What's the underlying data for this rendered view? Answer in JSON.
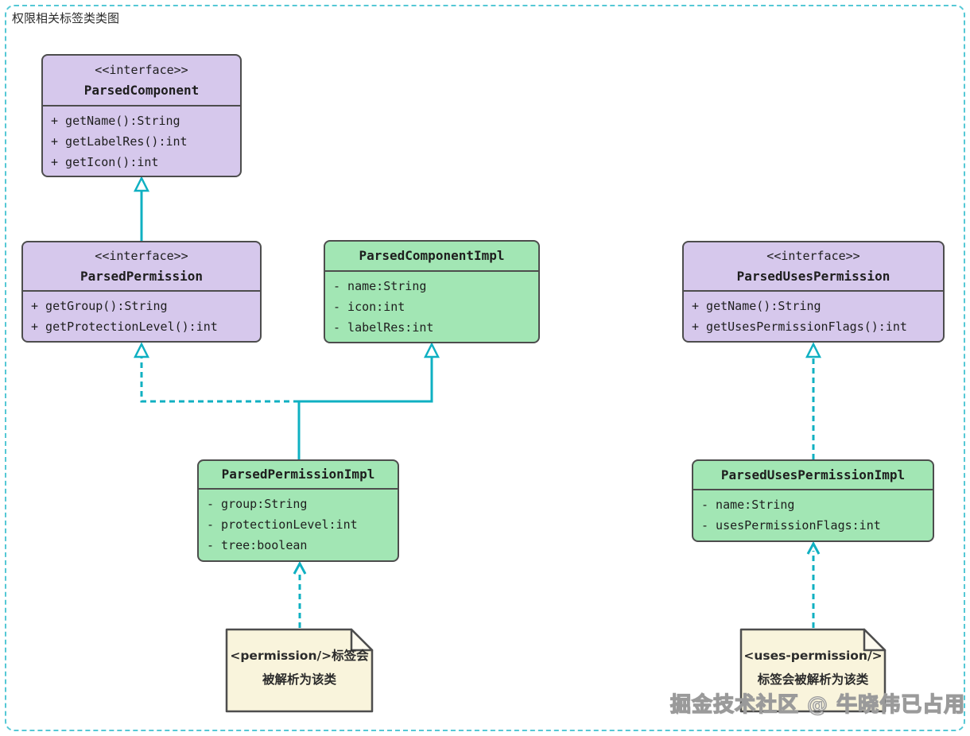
{
  "diagram_title": "权限相关标签类类图",
  "watermark": "掘金技术社区 @ 牛晓伟已占用",
  "colors": {
    "interface_fill": "#d6c8ec",
    "impl_fill": "#a2e6b4",
    "note_fill": "#f9f4dc",
    "box_border": "#4d4d4d",
    "connector": "#0fb0c2",
    "page_border": "#55c8d5"
  },
  "classes": [
    {
      "id": "ParsedComponent",
      "stereotype": "<<interface>>",
      "name": "ParsedComponent",
      "members": [
        "+ getName():String",
        "+ getLabelRes():int",
        "+ getIcon():int"
      ]
    },
    {
      "id": "ParsedPermission",
      "stereotype": "<<interface>>",
      "name": "ParsedPermission",
      "members": [
        "+ getGroup():String",
        "+ getProtectionLevel():int"
      ]
    },
    {
      "id": "ParsedComponentImpl",
      "stereotype": "",
      "name": "ParsedComponentImpl",
      "members": [
        "- name:String",
        "- icon:int",
        "- labelRes:int"
      ]
    },
    {
      "id": "ParsedUsesPermission",
      "stereotype": "<<interface>>",
      "name": "ParsedUsesPermission",
      "members": [
        "+ getName():String",
        "+ getUsesPermissionFlags():int"
      ]
    },
    {
      "id": "ParsedPermissionImpl",
      "stereotype": "",
      "name": "ParsedPermissionImpl",
      "members": [
        "- group:String",
        "- protectionLevel:int",
        "- tree:boolean"
      ]
    },
    {
      "id": "ParsedUsesPermissionImpl",
      "stereotype": "",
      "name": "ParsedUsesPermissionImpl",
      "members": [
        "- name:String",
        "- usesPermissionFlags:int"
      ]
    }
  ],
  "notes": [
    {
      "id": "note-permission",
      "text": "<permission/>标签会被解析为该类"
    },
    {
      "id": "note-uses-permission",
      "text": "<uses-permission/>标签会被解析为该类"
    }
  ],
  "relationships": [
    {
      "from": "ParsedPermission",
      "to": "ParsedComponent",
      "type": "interface-extends",
      "line": "solid",
      "arrow": "hollow-triangle"
    },
    {
      "from": "ParsedPermissionImpl",
      "to": "ParsedPermission",
      "type": "realization",
      "line": "dashed",
      "arrow": "hollow-triangle"
    },
    {
      "from": "ParsedPermissionImpl",
      "to": "ParsedComponentImpl",
      "type": "extends",
      "line": "solid",
      "arrow": "hollow-triangle"
    },
    {
      "from": "ParsedUsesPermissionImpl",
      "to": "ParsedUsesPermission",
      "type": "realization",
      "line": "dashed",
      "arrow": "hollow-triangle"
    },
    {
      "from": "note-permission",
      "to": "ParsedPermissionImpl",
      "type": "note-attachment",
      "line": "dashed",
      "arrow": "open"
    },
    {
      "from": "note-uses-permission",
      "to": "ParsedUsesPermissionImpl",
      "type": "note-attachment",
      "line": "dashed",
      "arrow": "open"
    }
  ]
}
